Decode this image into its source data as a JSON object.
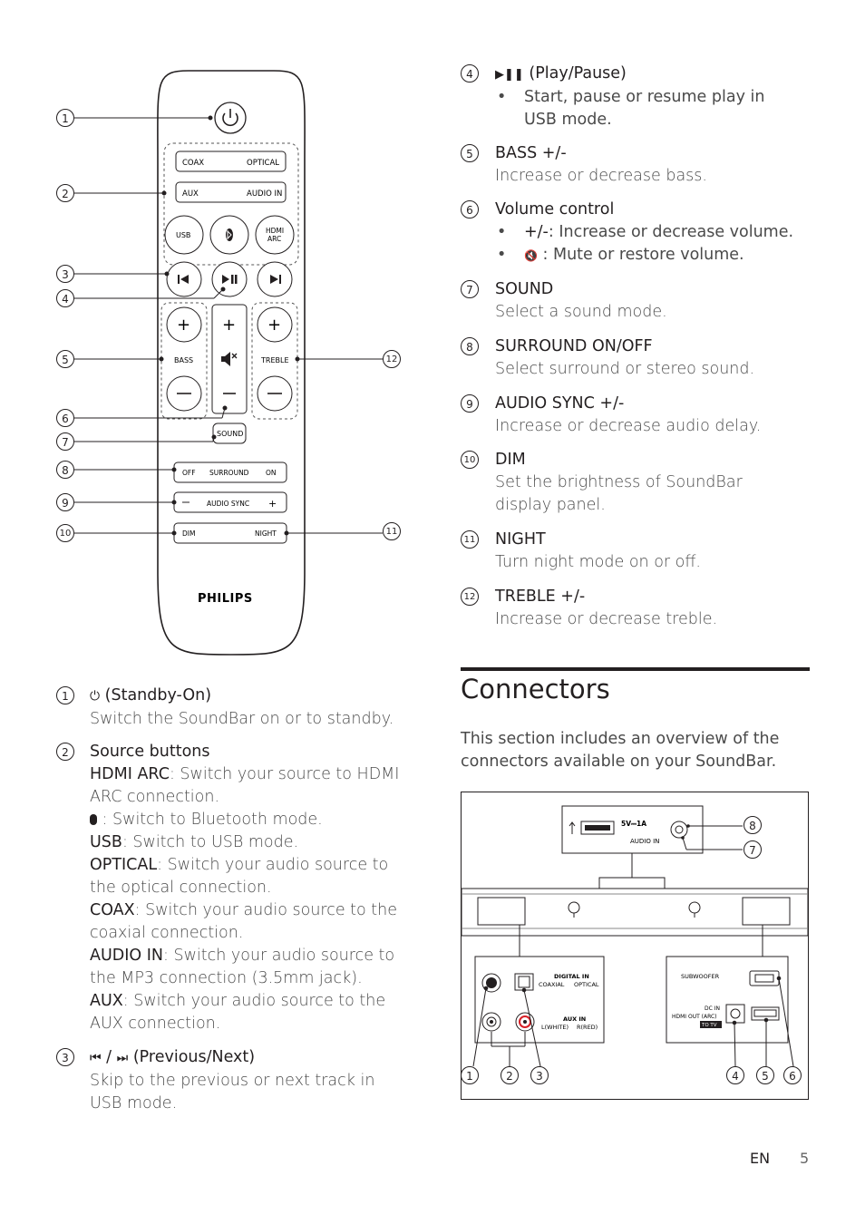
{
  "remote": {
    "buttons": {
      "coax": "COAX",
      "optical": "OPTICAL",
      "aux": "AUX",
      "audio_in": "AUDIO IN",
      "usb": "USB",
      "hdmi_line1": "HDMI",
      "hdmi_line2": "ARC",
      "bass": "BASS",
      "treble": "TREBLE",
      "sound": "SOUND",
      "off": "OFF",
      "surround": "SURROUND",
      "on": "ON",
      "audio_sync": "AUDIO SYNC",
      "dim": "DIM",
      "night": "NIGHT"
    },
    "brand": "PHILIPS",
    "callouts": [
      "1",
      "2",
      "3",
      "4",
      "5",
      "6",
      "7",
      "8",
      "9",
      "10",
      "11",
      "12"
    ]
  },
  "left_list": [
    {
      "n": "1",
      "title": "(Standby-On)",
      "desc": "Switch the SoundBar on or to standby."
    },
    {
      "n": "2",
      "title": "Source buttons",
      "lines": [
        {
          "b": "HDMI ARC",
          "t": ": Switch your source to HDMI ARC connection."
        },
        {
          "b": "",
          "t": " : Switch to Bluetooth mode."
        },
        {
          "b": "USB",
          "t": ": Switch to USB mode."
        },
        {
          "b": "OPTICAL",
          "t": ": Switch your audio source to the optical connection."
        },
        {
          "b": "COAX",
          "t": ": Switch your audio source to the coaxial connection."
        },
        {
          "b": "AUDIO IN",
          "t": ": Switch your audio source to the MP3 connection (3.5mm jack)."
        },
        {
          "b": "AUX",
          "t": ": Switch your audio source to the AUX connection."
        }
      ]
    },
    {
      "n": "3",
      "title": "(Previous/Next)",
      "desc": "Skip to the previous or next track in USB mode."
    }
  ],
  "right_list": [
    {
      "n": "4",
      "title": "(Play/Pause)",
      "bullets": [
        "Start, pause or resume play in USB mode."
      ]
    },
    {
      "n": "5",
      "title": "BASS +/-",
      "desc": "Increase or decrease bass."
    },
    {
      "n": "6",
      "title": "Volume control",
      "bullets": [
        ": Increase or decrease volume.",
        " : Mute or restore volume."
      ],
      "bullet_bold": [
        "+/-",
        ""
      ]
    },
    {
      "n": "7",
      "title": "SOUND",
      "desc": "Select a sound mode."
    },
    {
      "n": "8",
      "title": "SURROUND ON/OFF",
      "desc": "Select surround or stereo sound."
    },
    {
      "n": "9",
      "title": "AUDIO SYNC +/-",
      "desc": "Increase or decrease audio delay."
    },
    {
      "n": "10",
      "title": "DIM",
      "desc": "Set the brightness of SoundBar display panel."
    },
    {
      "n": "11",
      "title": "NIGHT",
      "desc": "Turn night mode on or off."
    },
    {
      "n": "12",
      "title": "TREBLE +/-",
      "desc": "Increase or decrease treble."
    }
  ],
  "connectors": {
    "heading": "Connectors",
    "intro": "This section includes an overview of the connectors available on your SoundBar.",
    "labels": {
      "usb_rating": "5V⎓1A",
      "audio_in": "AUDIO IN",
      "digital_in": "DIGITAL IN",
      "coaxial": "COAXIAL",
      "optical": "OPTICAL",
      "aux_in": "AUX IN",
      "l_white": "L(WHITE)",
      "r_red": "R(RED)",
      "subwoofer": "SUBWOOFER",
      "dc_in": "DC IN",
      "hdmi_out": "HDMI OUT (ARC)",
      "to_tv": "TO TV"
    },
    "callouts": [
      "8",
      "7",
      "1",
      "2",
      "3",
      "4",
      "5",
      "6"
    ]
  },
  "footer": {
    "lang": "EN",
    "page": "5"
  }
}
